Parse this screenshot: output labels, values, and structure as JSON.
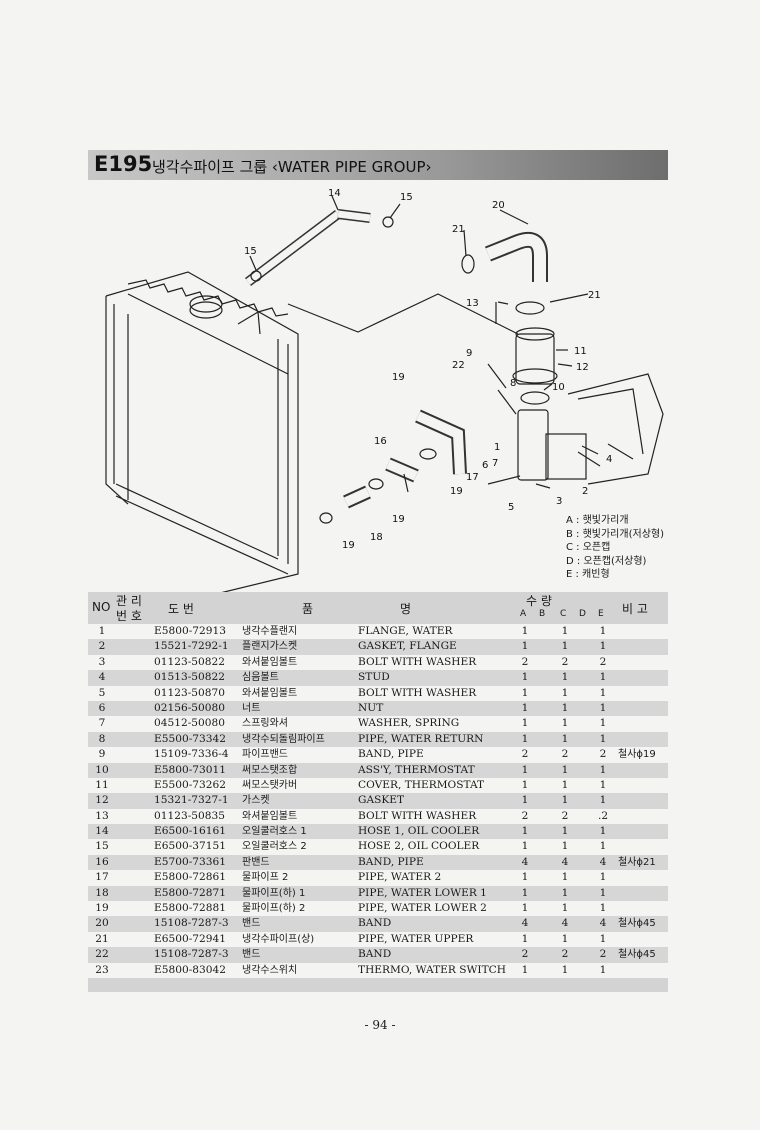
{
  "section": {
    "code": "E195",
    "title": "냉각수파이프 그룹 ‹WATER PIPE GROUP›"
  },
  "callouts": [
    "14",
    "15",
    "15",
    "20",
    "21",
    "13",
    "21",
    "9",
    "22",
    "11",
    "12",
    "8",
    "10",
    "19",
    "16",
    "1",
    "7",
    "6",
    "17",
    "19",
    "19",
    "18",
    "19",
    "5",
    "3",
    "2",
    "4"
  ],
  "legend": {
    "A": "A : 햇빛가리개",
    "B": "B : 햇빛가리개(저상형)",
    "C": "C : 오픈캡",
    "D": "D : 오픈캡(저상형)",
    "E": "E : 캐빈형"
  },
  "table": {
    "headers": {
      "no": "NO",
      "mgmt1": "관 리",
      "mgmt2": "번 호",
      "drawing": "도 번",
      "name_kr": "품",
      "name_en": "명",
      "qty": "수 량",
      "qty_cols": [
        "A",
        "B",
        "C",
        "D",
        "E"
      ],
      "remark": "비 고"
    },
    "rows": [
      {
        "no": "1",
        "part": "E5800-72913",
        "kr": "냉각수플랜지",
        "en": "FLANGE, WATER",
        "a": "1",
        "c": "1",
        "e": "1",
        "rm": ""
      },
      {
        "no": "2",
        "part": "15521-7292-1",
        "kr": "플랜지가스켓",
        "en": "GASKET, FLANGE",
        "a": "1",
        "c": "1",
        "e": "1",
        "rm": ""
      },
      {
        "no": "3",
        "part": "01123-50822",
        "kr": "와셔붙임볼트",
        "en": "BOLT WITH WASHER",
        "a": "2",
        "c": "2",
        "e": "2",
        "rm": ""
      },
      {
        "no": "4",
        "part": "01513-50822",
        "kr": "심음볼트",
        "en": "STUD",
        "a": "1",
        "c": "1",
        "e": "1",
        "rm": ""
      },
      {
        "no": "5",
        "part": "01123-50870",
        "kr": "와셔붙임볼트",
        "en": "BOLT WITH WASHER",
        "a": "1",
        "c": "1",
        "e": "1",
        "rm": ""
      },
      {
        "no": "6",
        "part": "02156-50080",
        "kr": "너트",
        "en": "NUT",
        "a": "1",
        "c": "1",
        "e": "1",
        "rm": ""
      },
      {
        "no": "7",
        "part": "04512-50080",
        "kr": "스프링와셔",
        "en": "WASHER, SPRING",
        "a": "1",
        "c": "1",
        "e": "1",
        "rm": ""
      },
      {
        "no": "8",
        "part": "E5500-73342",
        "kr": "냉각수되돌림파이프",
        "en": "PIPE, WATER RETURN",
        "a": "1",
        "c": "1",
        "e": "1",
        "rm": ""
      },
      {
        "no": "9",
        "part": "15109-7336-4",
        "kr": "파이프밴드",
        "en": "BAND, PIPE",
        "a": "2",
        "c": "2",
        "e": "2",
        "rm": "철사ϕ19"
      },
      {
        "no": "10",
        "part": "E5800-73011",
        "kr": "써모스탯조합",
        "en": "ASS'Y, THERMOSTAT",
        "a": "1",
        "c": "1",
        "e": "1",
        "rm": ""
      },
      {
        "no": "11",
        "part": "E5500-73262",
        "kr": "써모스탯카버",
        "en": "COVER, THERMOSTAT",
        "a": "1",
        "c": "1",
        "e": "1",
        "rm": ""
      },
      {
        "no": "12",
        "part": "15321-7327-1",
        "kr": "가스켓",
        "en": "GASKET",
        "a": "1",
        "c": "1",
        "e": "1",
        "rm": ""
      },
      {
        "no": "13",
        "part": "01123-50835",
        "kr": "와셔붙임볼트",
        "en": "BOLT WITH WASHER",
        "a": "2",
        "c": "2",
        "e": ".2",
        "rm": ""
      },
      {
        "no": "14",
        "part": "E6500-16161",
        "kr": "오일쿨러호스 1",
        "en": "HOSE 1, OIL COOLER",
        "a": "1",
        "c": "1",
        "e": "1",
        "rm": ""
      },
      {
        "no": "15",
        "part": "E6500-37151",
        "kr": "오일쿨러호스 2",
        "en": "HOSE 2, OIL COOLER",
        "a": "1",
        "c": "1",
        "e": "1",
        "rm": ""
      },
      {
        "no": "16",
        "part": "E5700-73361",
        "kr": "판밴드",
        "en": "BAND, PIPE",
        "a": "4",
        "c": "4",
        "e": "4",
        "rm": "철사ϕ21"
      },
      {
        "no": "17",
        "part": "E5800-72861",
        "kr": "물파이프 2",
        "en": "PIPE, WATER 2",
        "a": "1",
        "c": "1",
        "e": "1",
        "rm": ""
      },
      {
        "no": "18",
        "part": "E5800-72871",
        "kr": "물파이프(하) 1",
        "en": "PIPE, WATER LOWER 1",
        "a": "1",
        "c": "1",
        "e": "1",
        "rm": ""
      },
      {
        "no": "19",
        "part": "E5800-72881",
        "kr": "물파이프(하) 2",
        "en": "PIPE, WATER LOWER 2",
        "a": "1",
        "c": "1",
        "e": "1",
        "rm": ""
      },
      {
        "no": "20",
        "part": "15108-7287-3",
        "kr": "밴드",
        "en": "BAND",
        "a": "4",
        "c": "4",
        "e": "4",
        "rm": "철사ϕ45"
      },
      {
        "no": "21",
        "part": "E6500-72941",
        "kr": "냉각수파이프(상)",
        "en": "PIPE, WATER UPPER",
        "a": "1",
        "c": "1",
        "e": "1",
        "rm": ""
      },
      {
        "no": "22",
        "part": "15108-7287-3",
        "kr": "밴드",
        "en": "BAND",
        "a": "2",
        "c": "2",
        "e": "2",
        "rm": "철사ϕ45"
      },
      {
        "no": "23",
        "part": "E5800-83042",
        "kr": "냉각수스위치",
        "en": "THERMO, WATER SWITCH",
        "a": "1",
        "c": "1",
        "e": "1",
        "rm": ""
      }
    ]
  },
  "page_number": "- 94 -"
}
